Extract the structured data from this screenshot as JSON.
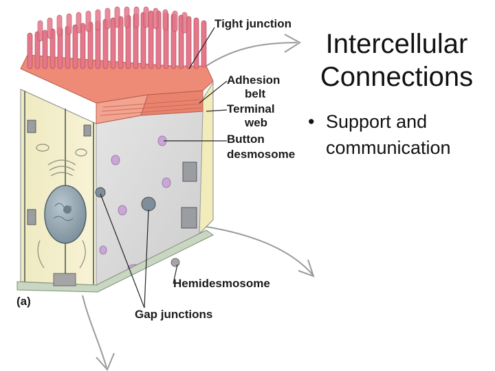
{
  "slide": {
    "title_line1": "Intercellular",
    "title_line2": "Connections",
    "bullets": [
      {
        "marker": "•",
        "text": "Support and communication"
      }
    ]
  },
  "diagram": {
    "labels": {
      "tight_junction": "Tight junction",
      "adhesion_belt_1": "Adhesion",
      "adhesion_belt_2": "belt",
      "terminal_web_1": "Terminal",
      "terminal_web_2": "web",
      "button_desmosome_1": "Button",
      "button_desmosome_2": "desmosome",
      "hemidesmosome": "Hemidesmosome",
      "gap_junctions": "Gap junctions",
      "panel": "(a)"
    },
    "colors": {
      "microvilli": "#e4788a",
      "cytoplasm": "#f4f0c8",
      "cut_face": "#dcdcdc",
      "terminal_web": "#ee8b76",
      "nucleus": "#8a9ca8",
      "basement": "#c9d6c2",
      "vesicle": "#c9a6d6"
    }
  }
}
